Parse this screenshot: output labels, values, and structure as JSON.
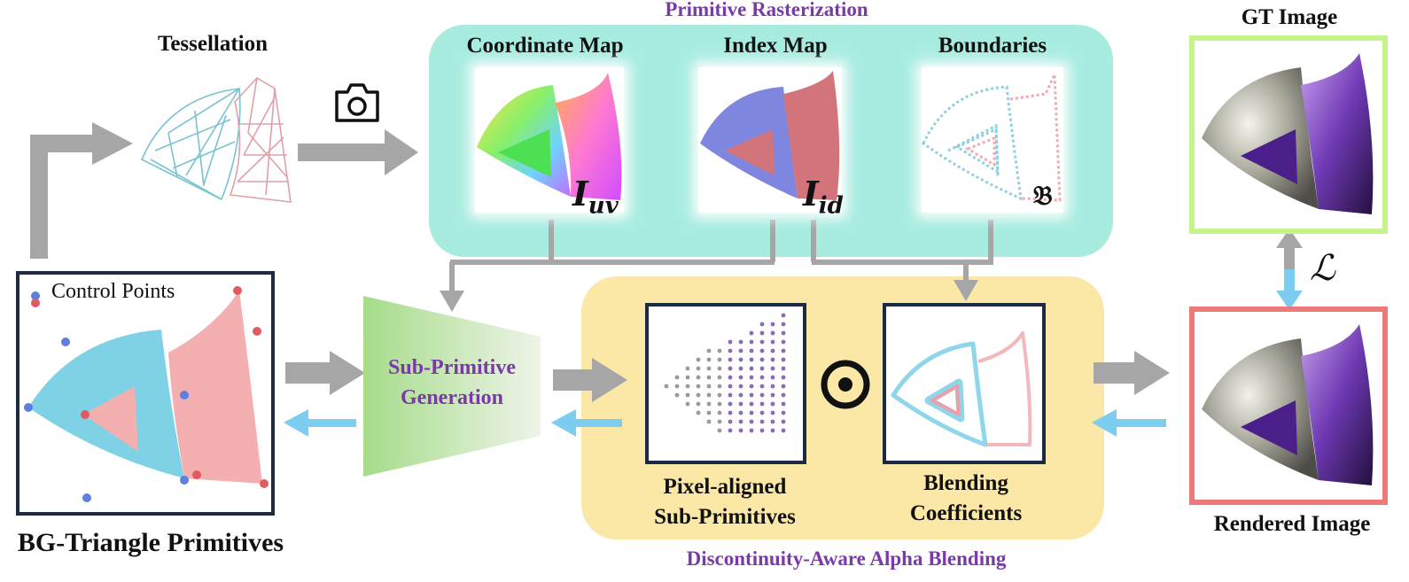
{
  "labels": {
    "tessellation": "Tessellation",
    "primitive_rasterization": "Primitive Rasterization",
    "coordinate_map": "Coordinate Map",
    "index_map": "Index Map",
    "boundaries": "Boundaries",
    "gt_image": "GT Image",
    "control_points": "Control Points",
    "sub_primitive_generation_1": "Sub-Primitive",
    "sub_primitive_generation_2": "Generation",
    "pixel_aligned_1": "Pixel-aligned",
    "pixel_aligned_2": "Sub-Primitives",
    "blending_1": "Blending",
    "blending_2": "Coefficients",
    "rendered_image": "Rendered Image",
    "bg_triangle": "BG-Triangle Primitives",
    "alpha_blending": "Discontinuity-Aware Alpha Blending",
    "loss_symbol": "ℒ",
    "odot_symbol": "⊙",
    "b_symbol": "𝔅",
    "i_letter": "I",
    "uv_sub": "uv",
    "id_sub": "id"
  },
  "colors": {
    "teal_panel": "#a8ece0",
    "yellow_panel": "#fbe7a6",
    "title_purple": "#7a3aa8",
    "gray_arrow": "#a6a6a6",
    "blue_arrow": "#7ccdf0",
    "gt_border": "#c5f48a",
    "rendered_border": "#ec7a78",
    "dark_border": "#1c2a44",
    "cyan_shape": "#7fd2e6",
    "pink_shape": "#f4b0b0"
  },
  "icons": {
    "camera": "camera-icon"
  }
}
